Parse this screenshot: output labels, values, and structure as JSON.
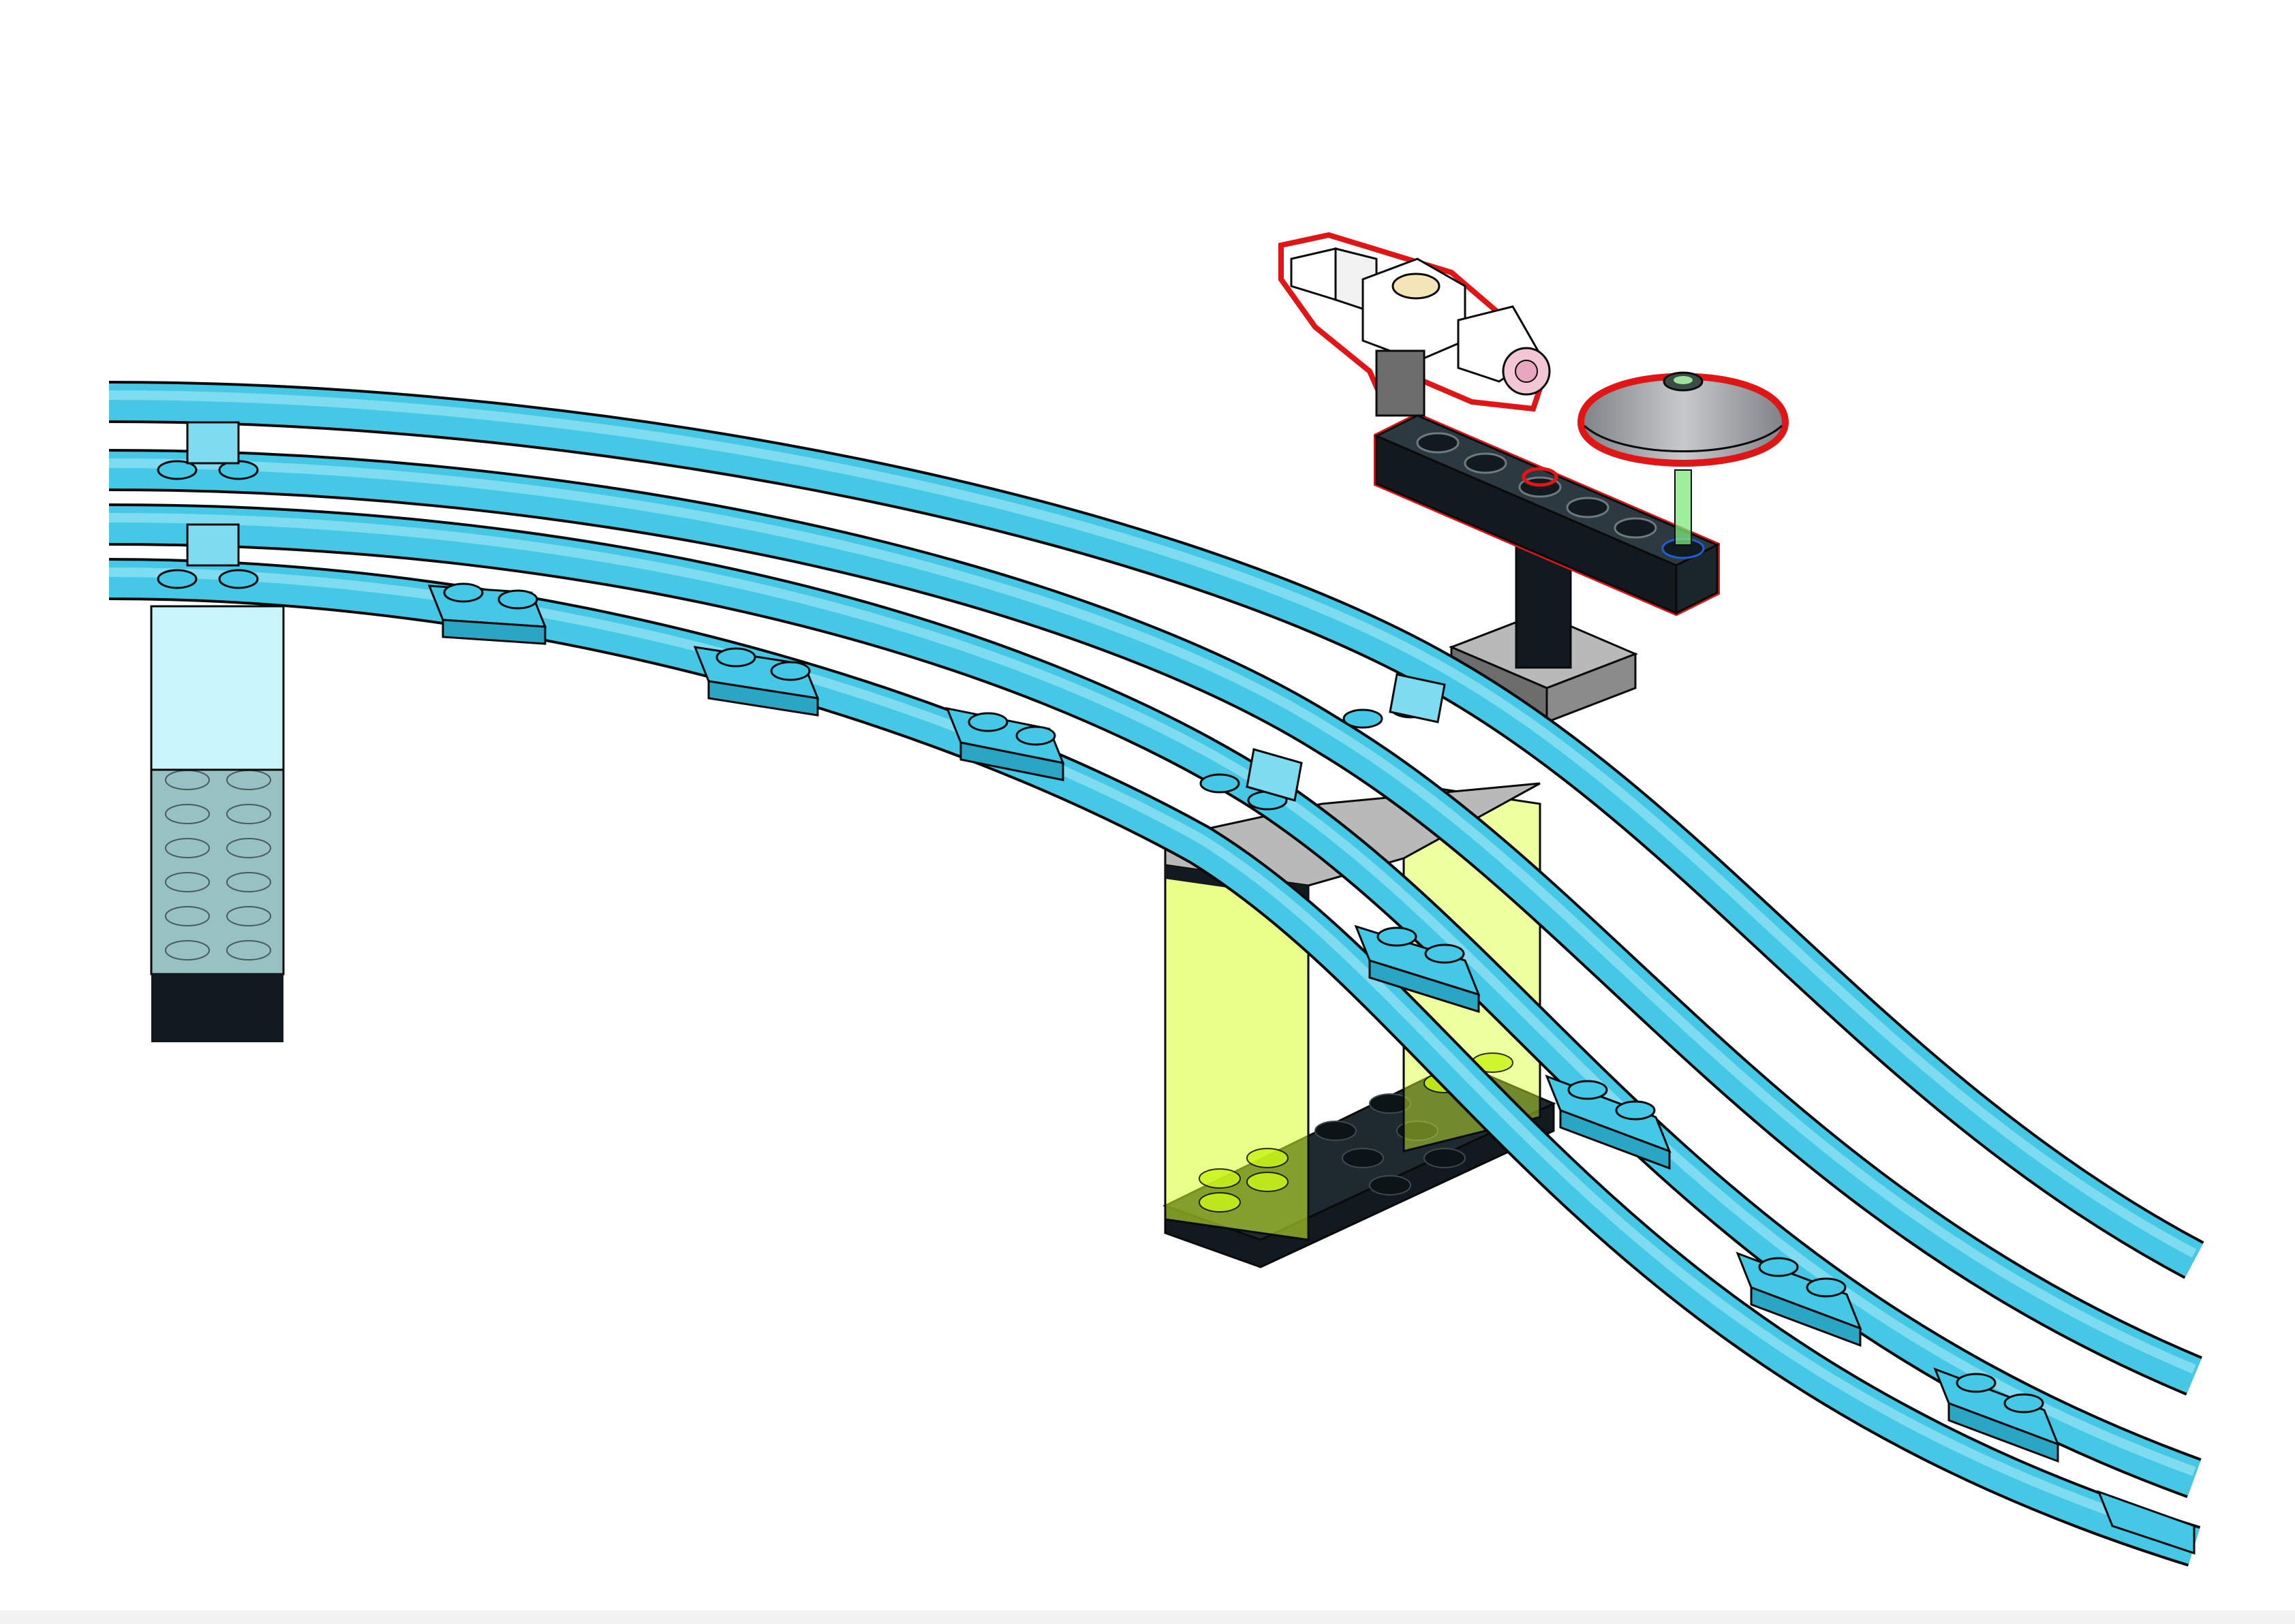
{
  "page": {
    "kind": "building-instruction-illustration"
  },
  "colors": {
    "background": "#ffffff",
    "track": "#45c8e6",
    "track_light": "#7fdcf0",
    "track_dark": "#2aa6c4",
    "outline": "#0a0a0a",
    "trans_clear": "#c8f4fa",
    "trans_dark_column": "#98c1c4",
    "trans_neon": "#d6ff2a",
    "light_gray": "#b9b9b9",
    "dark_gray": "#6d6d6d",
    "black_part": "#121a1f",
    "white_part": "#ffffff",
    "flat_silver": "#9a9fa3",
    "new_part_highlight": "#e01616"
  },
  "parts": [
    {
      "name": "curved-track-segment",
      "color": "track"
    },
    {
      "name": "track-sleeper-plate",
      "color": "track"
    },
    {
      "name": "trans-clear-column",
      "color": "trans_clear"
    },
    {
      "name": "black-base-brick",
      "color": "black_part"
    },
    {
      "name": "trans-neon-green-column",
      "color": "trans_neon"
    },
    {
      "name": "black-baseplate",
      "color": "black_part"
    },
    {
      "name": "light-gray-plate",
      "color": "light_gray"
    },
    {
      "name": "black-bar-post",
      "color": "black_part"
    },
    {
      "name": "black-technic-beam",
      "color": "black_part"
    },
    {
      "name": "white-connector-assembly",
      "color": "white_part"
    },
    {
      "name": "silver-dish",
      "color": "flat_silver"
    }
  ],
  "highlighted_new_parts": [
    "white-connector-assembly",
    "black-technic-beam",
    "silver-dish"
  ]
}
